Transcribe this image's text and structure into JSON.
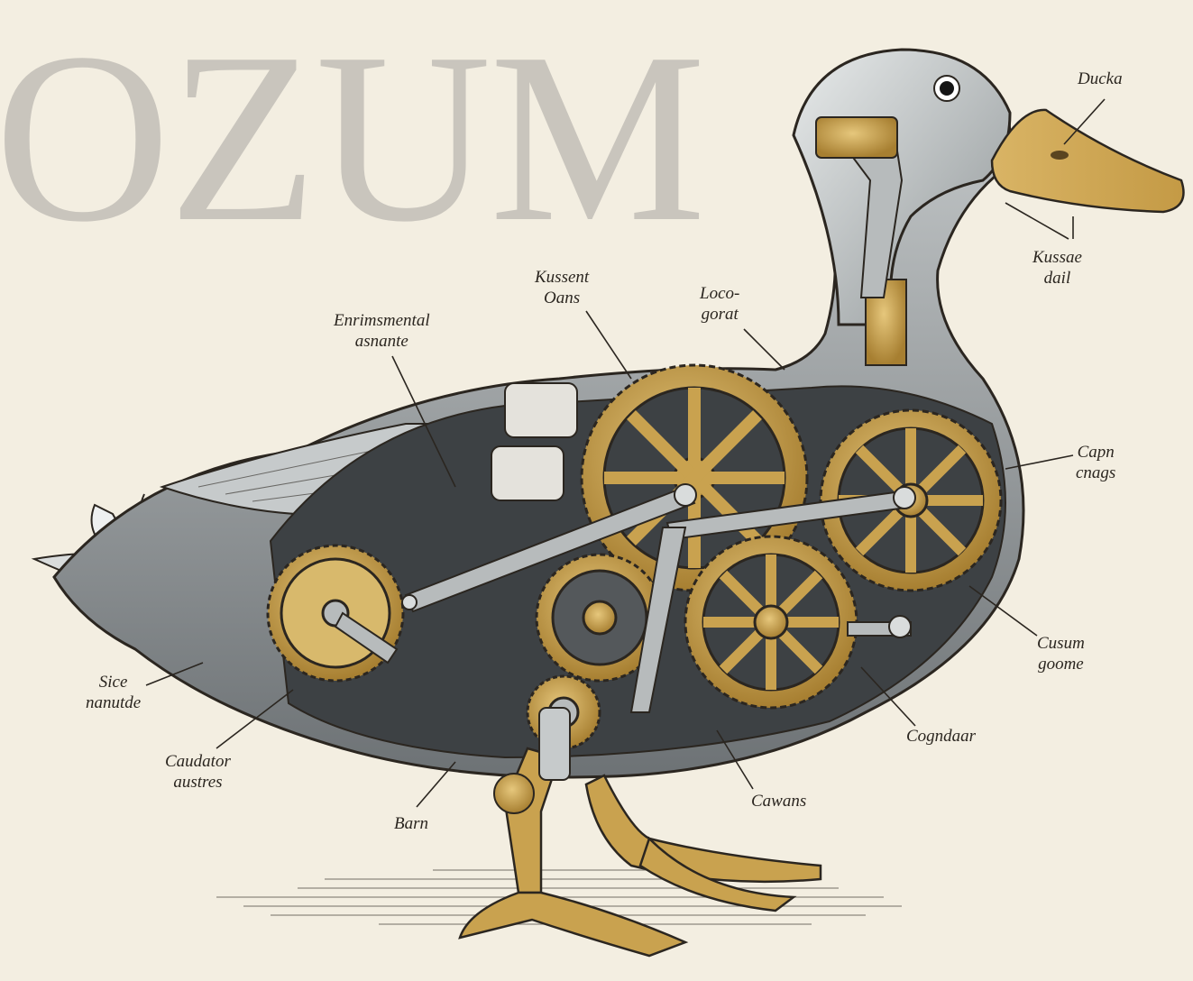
{
  "watermark": "OZUM",
  "labels": {
    "ducka": [
      "Ducka"
    ],
    "kussae_dail": [
      "Kussae",
      "dail"
    ],
    "kussent_oans": [
      "Kussent",
      "Oans"
    ],
    "loco_gorat": [
      "Loco-",
      "gorat"
    ],
    "environmental": [
      "Enrimsmental",
      "asnante"
    ],
    "capn_cnags": [
      "Capn",
      "cnags"
    ],
    "cusum_goome": [
      "Cusum",
      "goome"
    ],
    "cogndaar": [
      "Cogndaar"
    ],
    "cawans": [
      "Cawans"
    ],
    "sice_nanutde": [
      "Sice",
      "nanutde"
    ],
    "caudator_austres": [
      "Caudator",
      "austres"
    ],
    "barn": [
      "Barn"
    ]
  },
  "colors": {
    "paper": "#f3eee1",
    "ink": "#2b2620",
    "brass": "#c9a24f",
    "steel": "#b8bdbf",
    "shadow": "#4a4f52"
  }
}
